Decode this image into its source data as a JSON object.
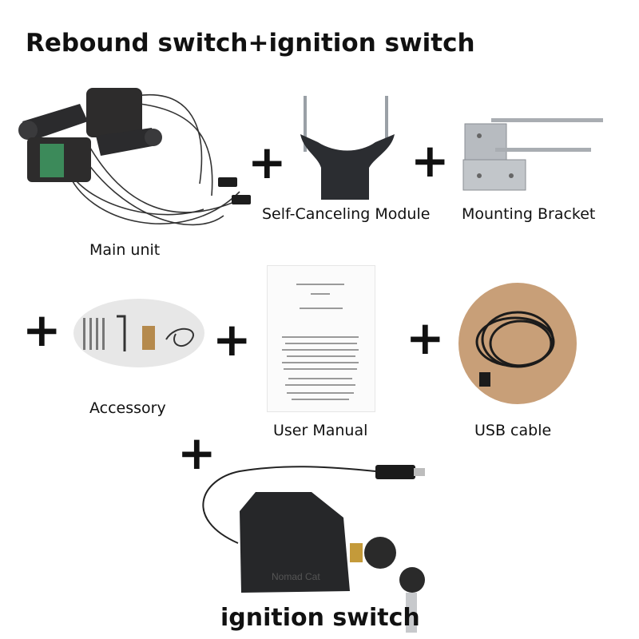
{
  "title": "Rebound switch+ignition switch",
  "plus_sign": "+",
  "items": {
    "main_unit": {
      "label": "Main unit"
    },
    "self_canceling_module": {
      "label": "Self-Canceling Module"
    },
    "mounting_bracket": {
      "label": "Mounting Bracket"
    },
    "accessory": {
      "label": "Accessory"
    },
    "user_manual": {
      "label": "User Manual"
    },
    "usb_cable": {
      "label": "USB cable"
    },
    "ignition_switch": {
      "label": "ignition switch"
    }
  },
  "ignition_case_text": "Nomad Cat",
  "colors": {
    "text": "#111111",
    "background": "#ffffff",
    "plastic": "#2b2b2d",
    "metal": "#a9adb2",
    "pcb": "#3c8a5a",
    "accessory_bg": "#e7e7e7",
    "cable_bg": "#c89f78"
  }
}
